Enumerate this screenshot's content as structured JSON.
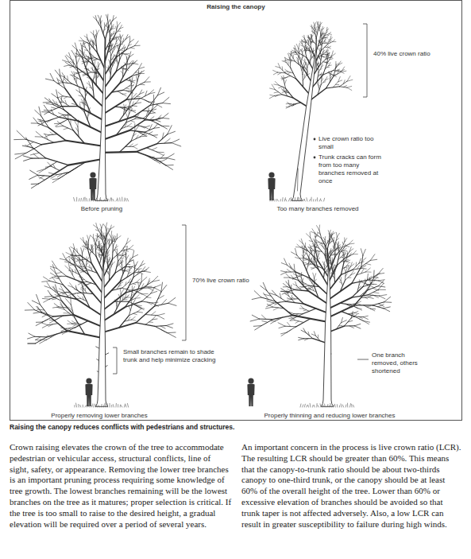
{
  "diagram": {
    "title": "Raising the canopy",
    "caption": "Raising the canopy reduces conflicts with pedestrians and structures.",
    "labels": [
      "Before pruning",
      "Too many branches removed",
      "40% live crown ratio",
      "Live crown ratio too small",
      "Trunk cracks can form from too many branches removed at once",
      "70% live crown ratio",
      "Small branches remain to shade trunk and help minimize cracking",
      "Properly removing lower branches",
      "One branch removed, others shortened",
      "Properly thinning and reducing lower branches",
      "Crown raising elevates the crown of the tree to accommodate pedestrian or vehicular access, structural conflicts, line of sight, safety, or appearance. Removing the lower tree branches is an important pruning process requiring some knowledge of tree growth. The lowest branches remaining will be the lowest branches on the tree as it matures; proper selection is critical. If the tree is too small to raise to the desired height, a gradual elevation will be required over a period of several years.",
      "An important concern in the process is live crown ratio (LCR). The resulting LCR should be greater than 60%. This means that the canopy-to-trunk ratio should be about two-thirds canopy to one-third trunk, or the canopy should be at least 60% of the overall height of the tree. Lower than 60% or excessive elevation of branches should be avoided so that trunk taper is not affected adversely. Also, a low LCR can result in greater susceptibility to failure during high winds."
    ]
  }
}
